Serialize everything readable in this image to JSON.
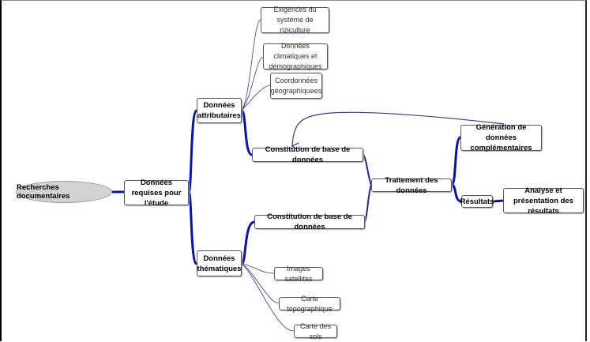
{
  "root": "Recherches documentaires",
  "nodes": {
    "requises": "Données requises pour l'étude",
    "attributaires": "Données attributaires",
    "thematiques": "Données thématiques",
    "exigences": "Exigences du système de riziculture",
    "climatiques": "Données climatiques et démographiques",
    "coordonnees": "Coordonnées géographiquees",
    "constitution1": "Constitution de base de données",
    "constitution2": "Constitution de base de données",
    "images": "Images satellites",
    "topo": "Carte topographique",
    "sols": "Carte des sols",
    "traitement": "Traitement des données",
    "generation": "Génération de données complémentaires",
    "resultats": "Résultats",
    "analyse": "Analyse et présentation des résultats"
  },
  "colors": {
    "branch": "#0a14a0",
    "thin": "#3a3a8a",
    "root_fill": "#d3d3d3"
  }
}
